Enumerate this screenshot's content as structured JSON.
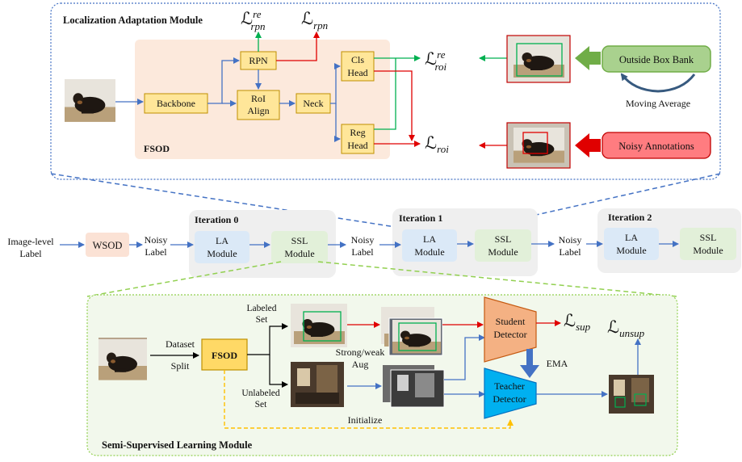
{
  "la_module": {
    "title": "Localization Adaptation Module",
    "fsod_label": "FSOD",
    "blocks": {
      "backbone": "Backbone",
      "rpn": "RPN",
      "roi_align_1": "RoI",
      "roi_align_2": "Align",
      "neck": "Neck",
      "cls_head_1": "Cls",
      "cls_head_2": "Head",
      "reg_head_1": "Reg",
      "reg_head_2": "Head"
    },
    "losses": {
      "l_rpn_re": "re",
      "l_rpn_re_sub": "rpn",
      "l_rpn_sub": "rpn",
      "l_roi_re": "re",
      "l_roi_re_sub": "roi",
      "l_roi_sub": "roi",
      "script_l": "ℒ"
    },
    "outside_box_bank": "Outside Box Bank",
    "moving_average": "Moving Average",
    "noisy_annotations": "Noisy Annotations"
  },
  "pipeline": {
    "image_level_1": "Image-level",
    "image_level_2": "Label",
    "wsod": "WSOD",
    "noisy_1": "Noisy",
    "noisy_2": "Label",
    "la_1": "LA",
    "la_2": "Module",
    "ssl_1": "SSL",
    "ssl_2": "Module",
    "iterations": [
      "Iteration 0",
      "Iteration 1",
      "Iteration 2"
    ]
  },
  "ssl_module": {
    "title": "Semi-Supervised Learning Module",
    "labeled_1": "Labeled",
    "labeled_2": "Set",
    "unlabeled_1": "Unlabeled",
    "unlabeled_2": "Set",
    "dataset": "Dataset",
    "split": "Split",
    "fsod": "FSOD",
    "aug_1": "Strong/weak",
    "aug_2": "Aug",
    "student_1": "Student",
    "student_2": "Detector",
    "teacher_1": "Teacher",
    "teacher_2": "Detector",
    "ema": "EMA",
    "initialize": "Initialize",
    "l_sup_sub": "sup",
    "l_unsup_sub": "unsup"
  },
  "colors": {
    "la_fill": "#dbe9f7",
    "ssl_fill": "#e2f0d9",
    "wsod_fill": "#fbe2d5",
    "block_fill": "#ffe699",
    "fsod_fill": "#fbe5d6",
    "student_fill": "#f4b183",
    "teacher_fill": "#00b0f0",
    "green_box": "#a9d18e",
    "red_box": "#ff7c80",
    "blue_arrow": "#4472c4",
    "red_arrow": "#e00000",
    "green_arrow": "#00b050"
  }
}
